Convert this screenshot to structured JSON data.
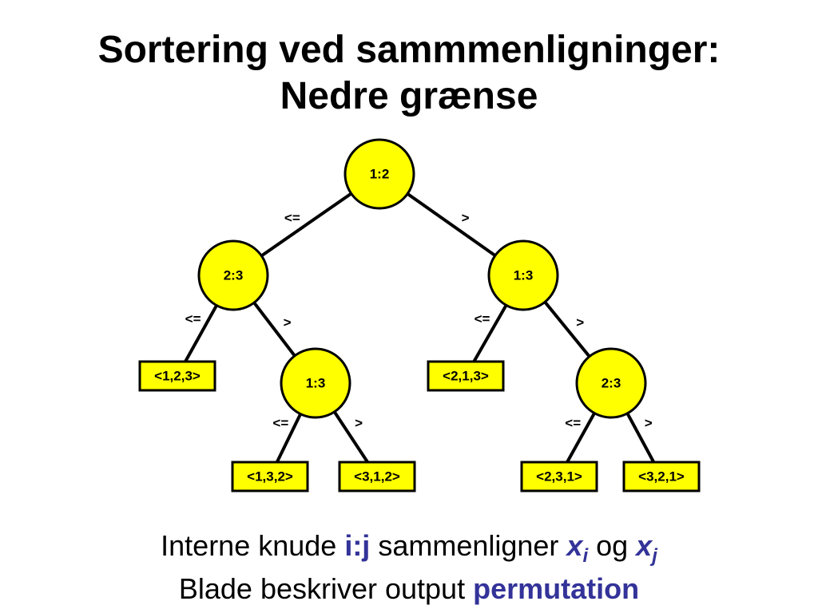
{
  "title": {
    "line1": "Sortering ved sammmenligninger:",
    "line2": "Nedre grænse"
  },
  "tree": {
    "nodes": [
      {
        "id": "n1",
        "label": "1:2",
        "kind": "internal"
      },
      {
        "id": "n2",
        "label": "2:3",
        "kind": "internal"
      },
      {
        "id": "n3",
        "label": "1:3",
        "kind": "internal"
      },
      {
        "id": "n4",
        "label": "1:3",
        "kind": "internal"
      },
      {
        "id": "n5",
        "label": "2:3",
        "kind": "internal"
      },
      {
        "id": "l1",
        "label": "<1,2,3>",
        "kind": "leaf"
      },
      {
        "id": "l2",
        "label": "<2,1,3>",
        "kind": "leaf"
      },
      {
        "id": "l3",
        "label": "<1,3,2>",
        "kind": "leaf"
      },
      {
        "id": "l4",
        "label": "<3,1,2>",
        "kind": "leaf"
      },
      {
        "id": "l5",
        "label": "<2,3,1>",
        "kind": "leaf"
      },
      {
        "id": "l6",
        "label": "<3,2,1>",
        "kind": "leaf"
      }
    ],
    "edges": [
      {
        "from": "n1",
        "to": "n2",
        "label": "<="
      },
      {
        "from": "n1",
        "to": "n3",
        "label": ">"
      },
      {
        "from": "n2",
        "to": "l1",
        "label": "<="
      },
      {
        "from": "n2",
        "to": "n4",
        "label": ">"
      },
      {
        "from": "n3",
        "to": "l2",
        "label": "<="
      },
      {
        "from": "n3",
        "to": "n5",
        "label": ">"
      },
      {
        "from": "n4",
        "to": "l3",
        "label": "<="
      },
      {
        "from": "n4",
        "to": "l4",
        "label": ">"
      },
      {
        "from": "n5",
        "to": "l5",
        "label": "<="
      },
      {
        "from": "n5",
        "to": "l6",
        "label": ">"
      }
    ],
    "colors": {
      "node_fill": "#ffff00",
      "node_stroke": "#000000"
    }
  },
  "caption": {
    "line1": {
      "prefix": "Interne knude ",
      "highlight": "i:j",
      "middle": " sammenligner ",
      "var1": "x",
      "sub1": "i",
      "and": " og ",
      "var2": "x",
      "sub2": "j"
    },
    "line2": {
      "prefix": "Blade beskriver output ",
      "highlight": "permutation"
    },
    "accent_color": "#333399"
  }
}
